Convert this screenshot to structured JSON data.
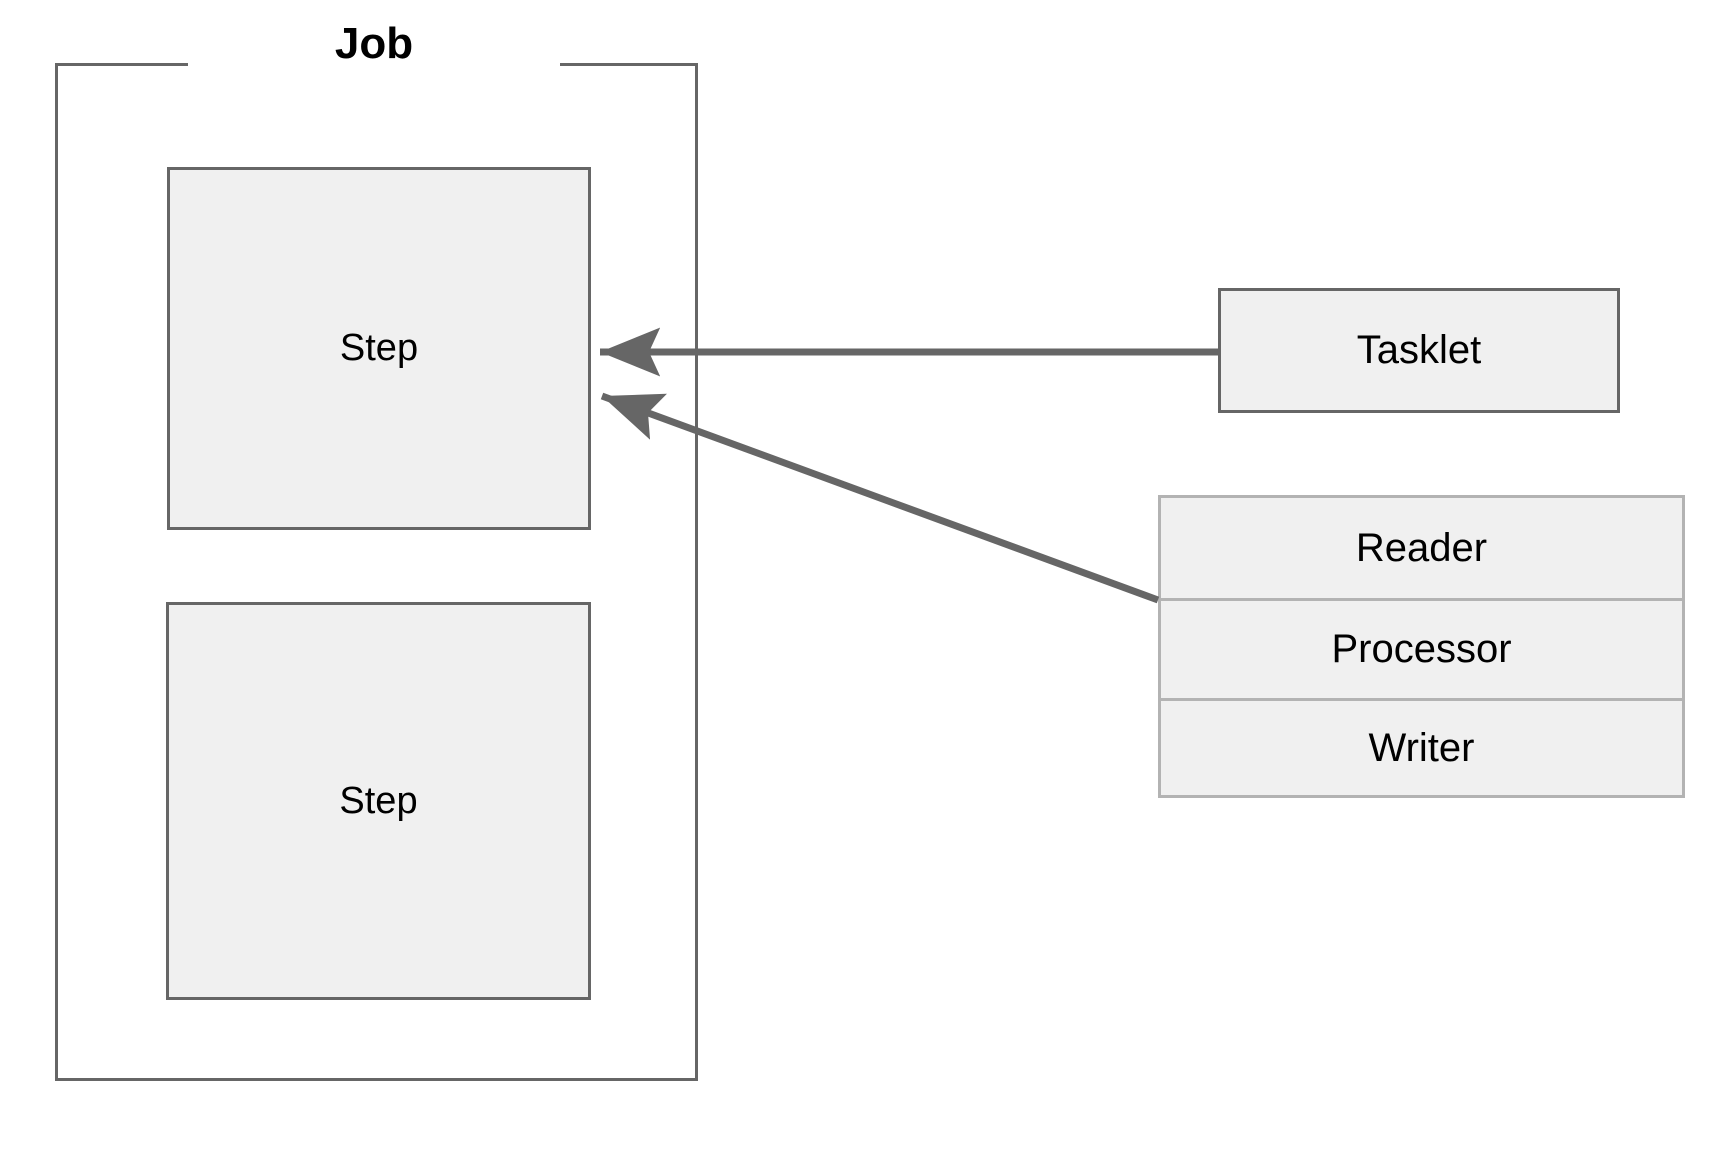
{
  "diagram": {
    "title": "Job",
    "background_color": "#ffffff",
    "box_fill": "#f0f0f0",
    "box_border_color": "#666666",
    "light_border_color": "#b3b3b3",
    "connector_color": "#666666",
    "text_color": "#000000"
  },
  "job": {
    "label": "Job",
    "steps": [
      {
        "label": "Step"
      },
      {
        "label": "Step"
      }
    ]
  },
  "tasklet": {
    "label": "Tasklet"
  },
  "chunk": {
    "rows": [
      {
        "label": "Reader"
      },
      {
        "label": "Processor"
      },
      {
        "label": "Writer"
      }
    ]
  },
  "connectors": [
    {
      "name": "tasklet-to-step",
      "from": "Tasklet",
      "to": "Step",
      "style": "solid-arrow",
      "direction": "right-to-left"
    },
    {
      "name": "chunk-to-step",
      "from": "Reader/Processor/Writer",
      "to": "Step",
      "style": "solid-arrow",
      "direction": "diagonal-up-left"
    }
  ]
}
